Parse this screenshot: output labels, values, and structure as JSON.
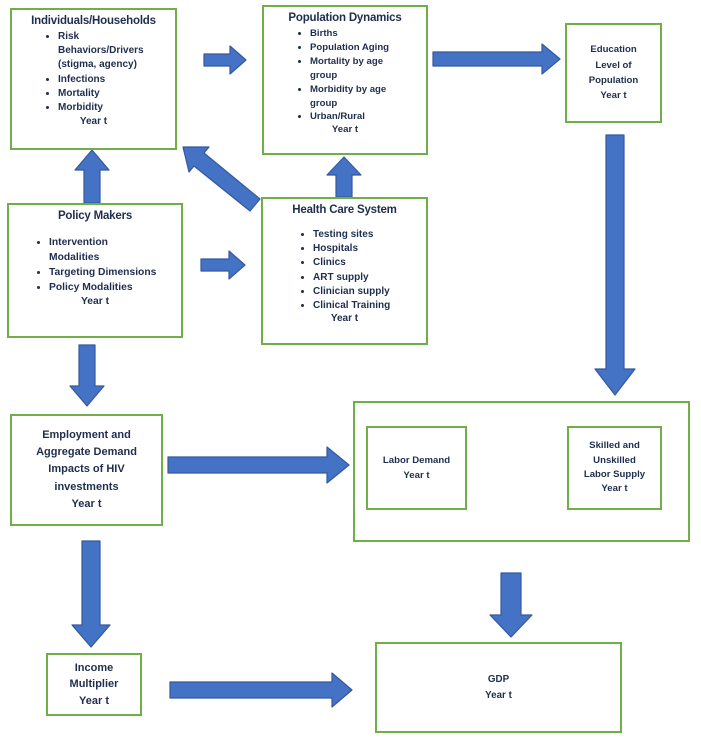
{
  "diagram": {
    "colors": {
      "box_border": "#6fae49",
      "arrow_fill": "#4472c4",
      "arrow_stroke": "#35599f",
      "text": "#1f2e4e"
    },
    "boxes": {
      "individuals": {
        "title": "Individuals/Households",
        "bullets": [
          "Risk Behaviors/Drivers (stigma, agency)",
          "Infections",
          "Mortality",
          "Morbidity"
        ],
        "footer": "Year t"
      },
      "population": {
        "title": "Population Dynamics",
        "bullets": [
          "Births",
          "Population Aging",
          "Mortality by age group",
          "Morbidity by age group",
          "Urban/Rural"
        ],
        "footer": "Year t"
      },
      "education": {
        "lines": [
          "Education",
          "Level of",
          "Population",
          "Year t"
        ]
      },
      "policy": {
        "title": "Policy Makers",
        "bullets": [
          "Intervention Modalities",
          "Targeting Dimensions",
          "Policy Modalities"
        ],
        "footer": "Year t"
      },
      "healthcare": {
        "title": "Health Care System",
        "bullets": [
          "Testing sites",
          "Hospitals",
          "Clinics",
          "ART supply",
          "Clinician supply",
          "Clinical Training"
        ],
        "footer": "Year t"
      },
      "labor_demand": {
        "lines": [
          "Labor Demand",
          "Year t"
        ]
      },
      "labor_supply": {
        "lines": [
          "Skilled and",
          "Unskilled",
          "Labor Supply",
          "Year t"
        ]
      },
      "employment": {
        "lines": [
          "Employment and",
          "Aggregate Demand",
          "Impacts of HIV",
          "investments",
          "Year t"
        ]
      },
      "income": {
        "lines": [
          "Income",
          "Multiplier",
          "Year t"
        ]
      },
      "gdp": {
        "lines": [
          "GDP",
          "Year t"
        ]
      }
    }
  }
}
